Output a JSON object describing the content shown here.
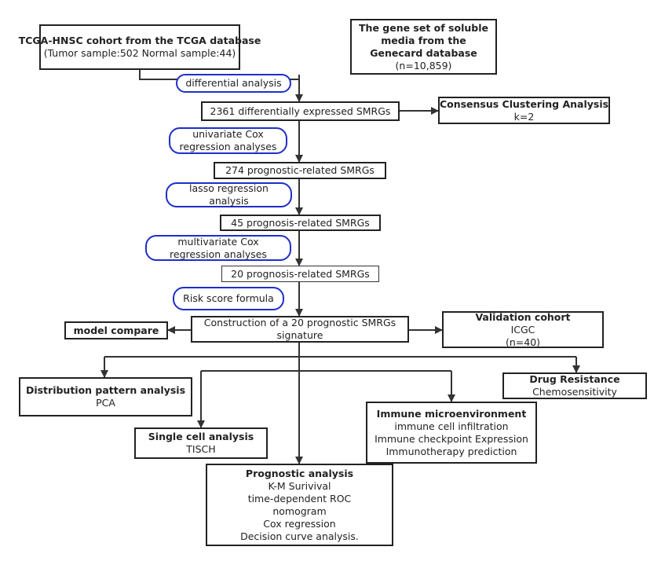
{
  "tcga": {
    "title": "TCGA-HNSC cohort from the TCGA database",
    "sub": "(Tumor sample:502 Normal sample:44)"
  },
  "genecard": {
    "title": "The gene set of soluble media from the Genecard database",
    "sub": "(n=10,859)"
  },
  "steps": {
    "differential": "differential analysis",
    "deg": "2361 differentially expressed SMRGs",
    "univariate": "univariate Cox regression analyses",
    "prog274": "274 prognostic-related SMRGs",
    "lasso": "lasso regression analysis",
    "prog45": "45 prognosis-related SMRGs",
    "multivariate": "multivariate Cox regression analyses",
    "prog20": "20 prognosis-related SMRGs",
    "risk": "Risk score formula",
    "signature": "Construction of a 20 prognostic SMRGs signature"
  },
  "consensus": {
    "title": "Consensus Clustering Analysis",
    "sub": "k=2"
  },
  "model_compare": "model compare",
  "validation": {
    "title": "Validation cohort",
    "sub1": "ICGC",
    "sub2": "(n=40)"
  },
  "distribution": {
    "title": "Distribution pattern analysis",
    "sub": "PCA"
  },
  "single_cell": {
    "title": "Single cell analysis",
    "sub": "TISCH"
  },
  "prognostic": {
    "title": "Prognostic analysis",
    "items": [
      "K-M Surivival",
      "time-dependent ROC",
      "nomogram",
      "Cox regression",
      "Decision curve analysis."
    ]
  },
  "immune": {
    "title": "Immune microenvironment",
    "items": [
      "immune cell infiltration",
      "Immune checkpoint Expression",
      "Immunotherapy prediction"
    ]
  },
  "drug": {
    "title": "Drug Resistance",
    "sub": "Chemosensitivity"
  }
}
